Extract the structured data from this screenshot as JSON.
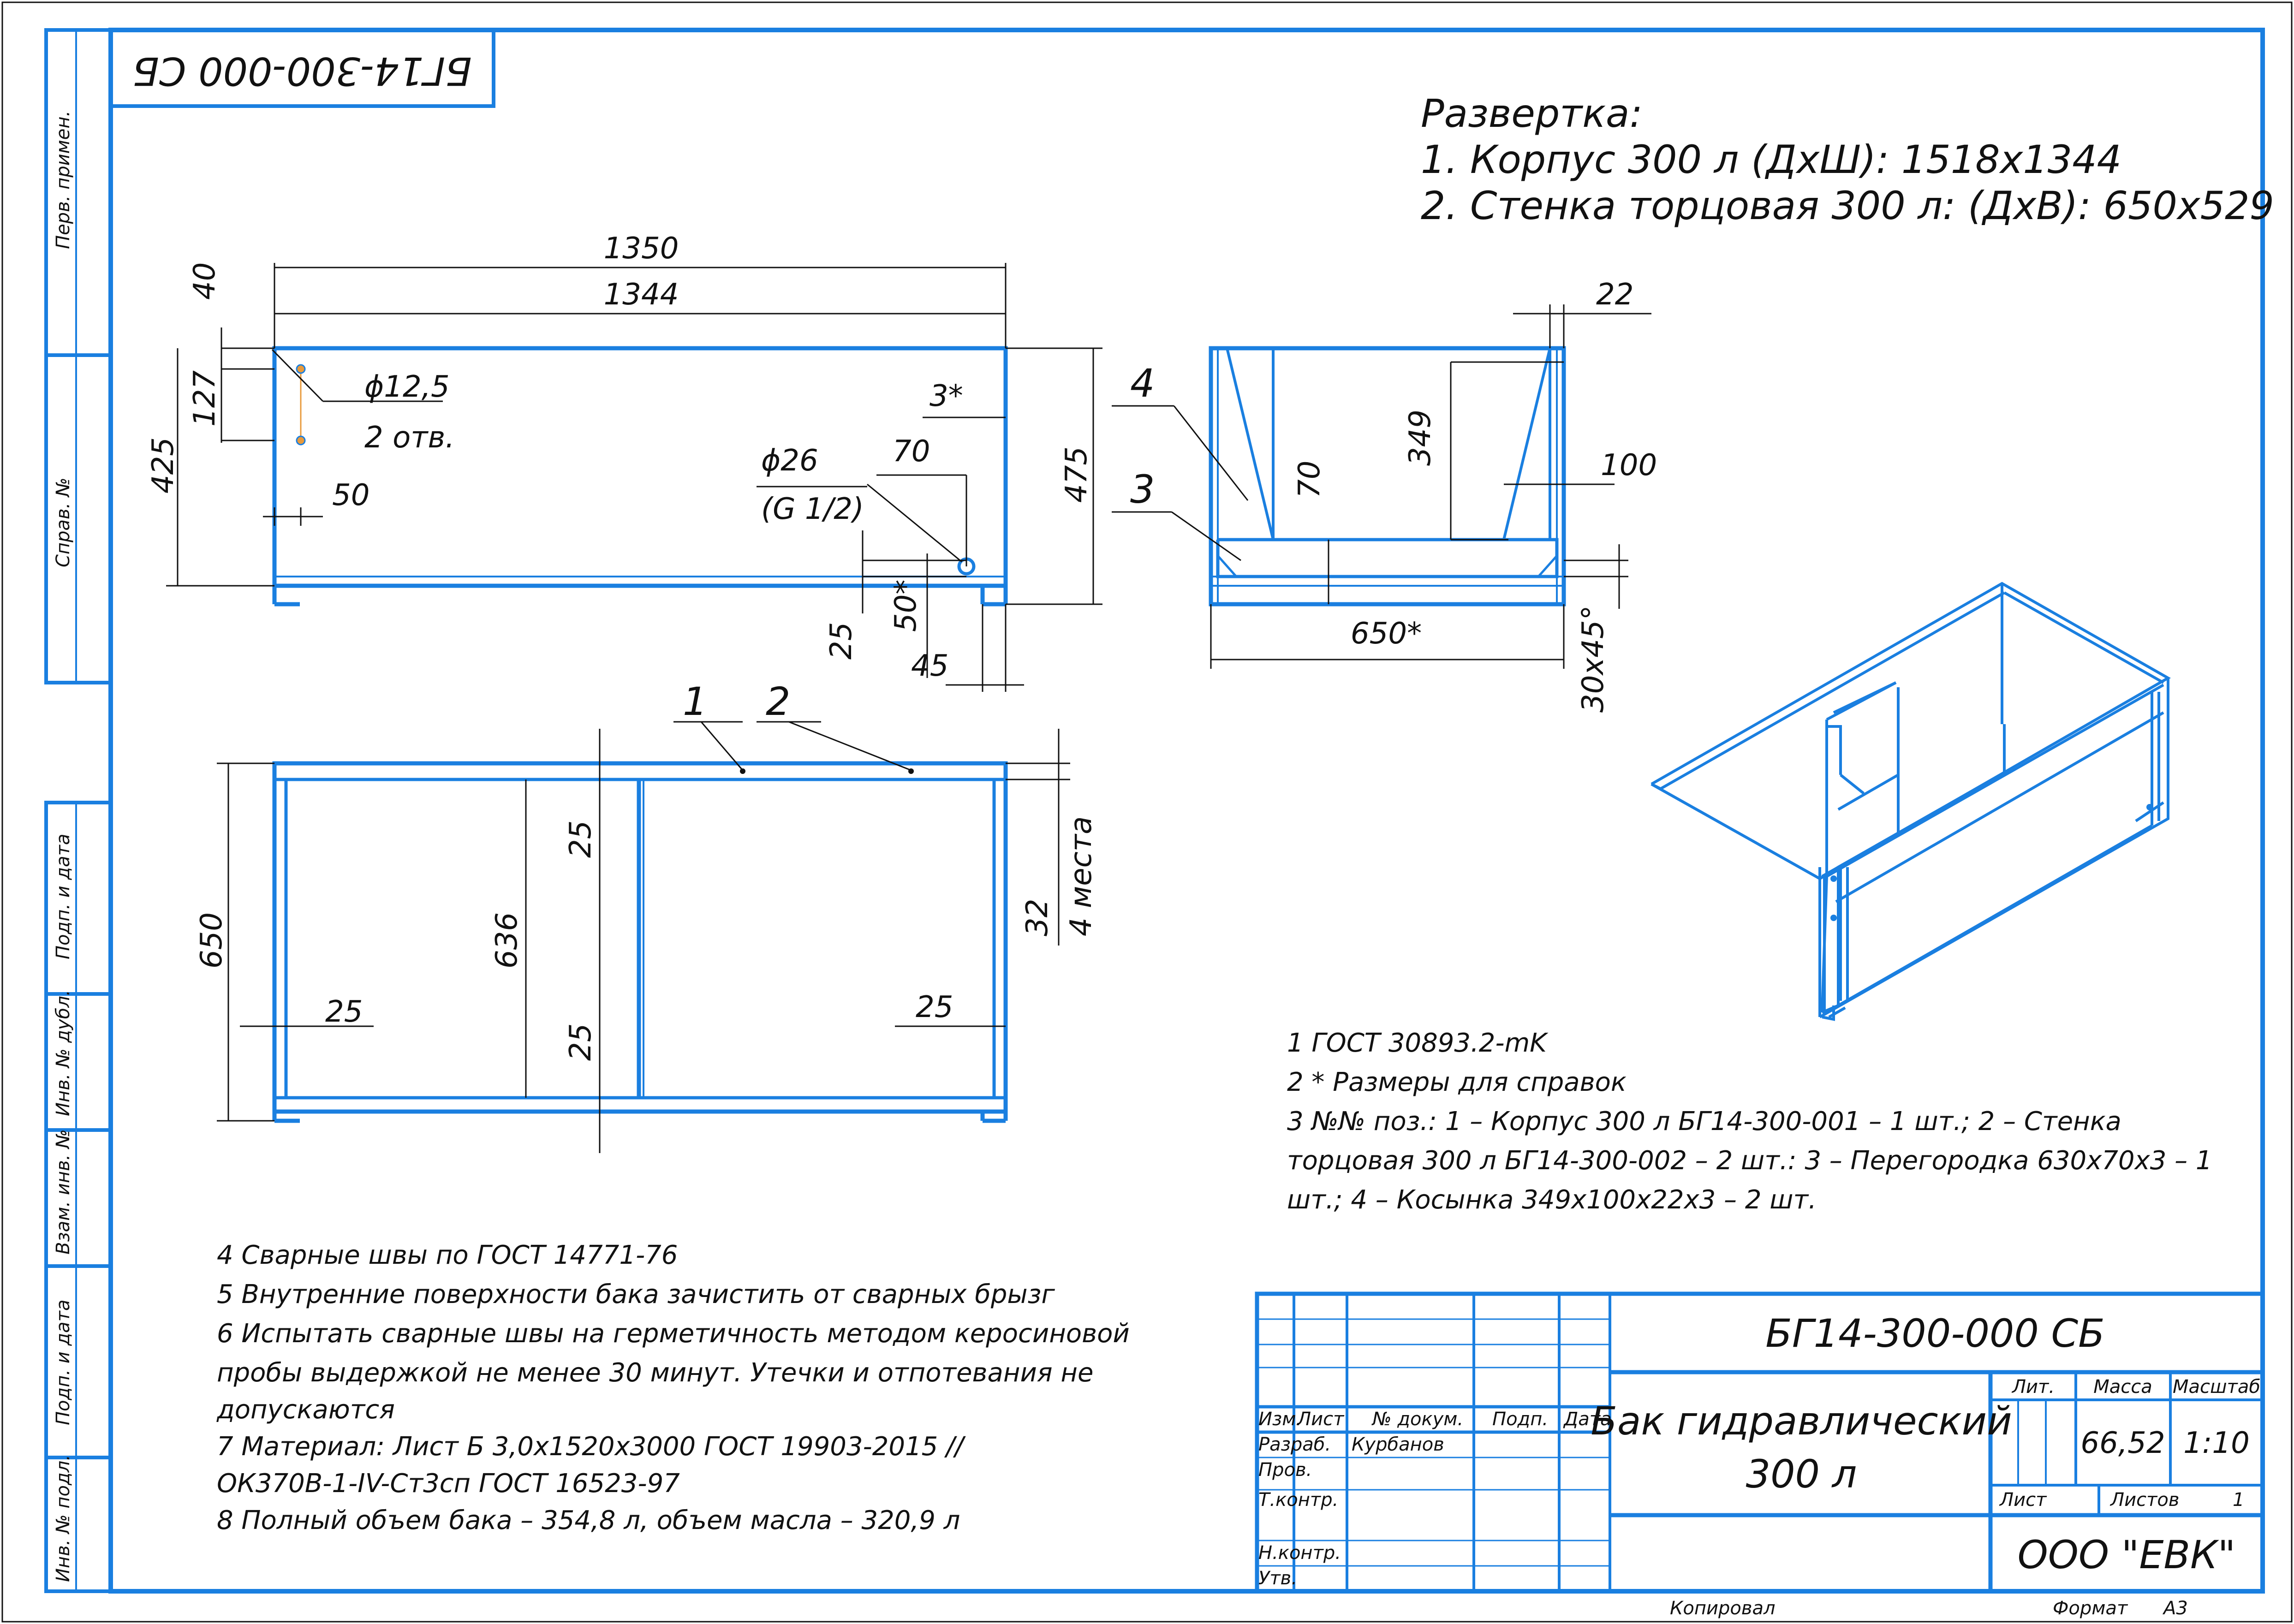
{
  "drawing_code_corner": "БГ14-300-000 СБ",
  "razvertka": {
    "title": "Развертка:",
    "line1": "1. Корпус 300 л (ДхШ): 1518х1344",
    "line2": "2. Стенка торцовая 300 л: (ДхВ): 650х529"
  },
  "left_strip": {
    "perv_primen": "Перв. примен.",
    "sprav_no": "Справ. №",
    "podp_data_1": "Подп. и дата",
    "inv_dubl": "Инв. № дубл.",
    "vzam_inv": "Взам. инв. №",
    "podp_data_2": "Подп. и дата",
    "inv_podl": "Инв. № подл."
  },
  "front_view_dims": {
    "d1350": "1350",
    "d1344": "1344",
    "d40": "40",
    "d127": "127",
    "d425": "425",
    "d50": "50",
    "hole_diam": "ϕ12,5",
    "hole_count": "2 отв.",
    "d3": "3*",
    "d70": "70",
    "port_diam": "ϕ26",
    "port_thread": "(G 1/2)",
    "d475": "475",
    "d25": "25",
    "d50s": "50*",
    "d45": "45"
  },
  "side_view_dims": {
    "d22": "22",
    "d349": "349",
    "d70": "70",
    "d100": "100",
    "d650": "650*",
    "chamfer": "30х45°",
    "pos4": "4",
    "pos3": "3"
  },
  "top_view_dims": {
    "pos1": "1",
    "pos2": "2",
    "d650": "650",
    "d636": "636",
    "d25_a": "25",
    "d25_b": "25",
    "d25_c": "25",
    "d25_d": "25",
    "d32": "32",
    "places": "4 места"
  },
  "notes_right": [
    "1 ГОСТ 30893.2-mK",
    "2  * Размеры для справок",
    "3 №№ поз.: 1 – Корпус 300 л БГ14-300-001 – 1 шт.; 2 – Стенка",
    "торцовая 300 л БГ14-300-002 – 2 шт.: 3 – Перегородка 630х70х3 – 1",
    "шт.; 4 – Косынка 349х100х22х3 – 2 шт."
  ],
  "notes_left": [
    "4 Сварные швы по ГОСТ 14771-76",
    "5 Внутренние поверхности бака зачистить от сварных брызг",
    "6 Испытать сварные швы  на герметичность методом керосиновой",
    "пробы выдержкой не менее 30 минут. Утечки и отпотевания не",
    "допускаются",
    "7 Материал: Лист Б 3,0х1520х3000 ГОСТ 19903-2015 //",
    "ОК370В-1-IV-Ст3сп ГОСТ 16523-97",
    "8 Полный объем бака – 354,8 л, объем масла – 320,9 л"
  ],
  "title_block": {
    "designation": "БГ14-300-000 СБ",
    "name_line1": "Бак гидравлический",
    "name_line2": "300 л",
    "lit_label": "Лит.",
    "mass_label": "Масса",
    "scale_label": "Масштаб",
    "mass": "66,52",
    "scale": "1:10",
    "sheet_label": "Лист",
    "sheets_label": "Листов",
    "sheets": "1",
    "company": "ООО \"ЕВК\"",
    "hdr_izm": "Изм.",
    "hdr_list": "Лист",
    "hdr_dokum": "№ докум.",
    "hdr_podp": "Подп.",
    "hdr_data": "Дата",
    "razrab": "Разраб.",
    "razrab_name": "Курбанов",
    "prov": "Пров.",
    "tkontr": "Т.контр.",
    "nkontr": "Н.контр.",
    "utv": "Утв."
  },
  "footer": {
    "copied": "Копировал",
    "format_label": "Формат",
    "format": "А3"
  }
}
